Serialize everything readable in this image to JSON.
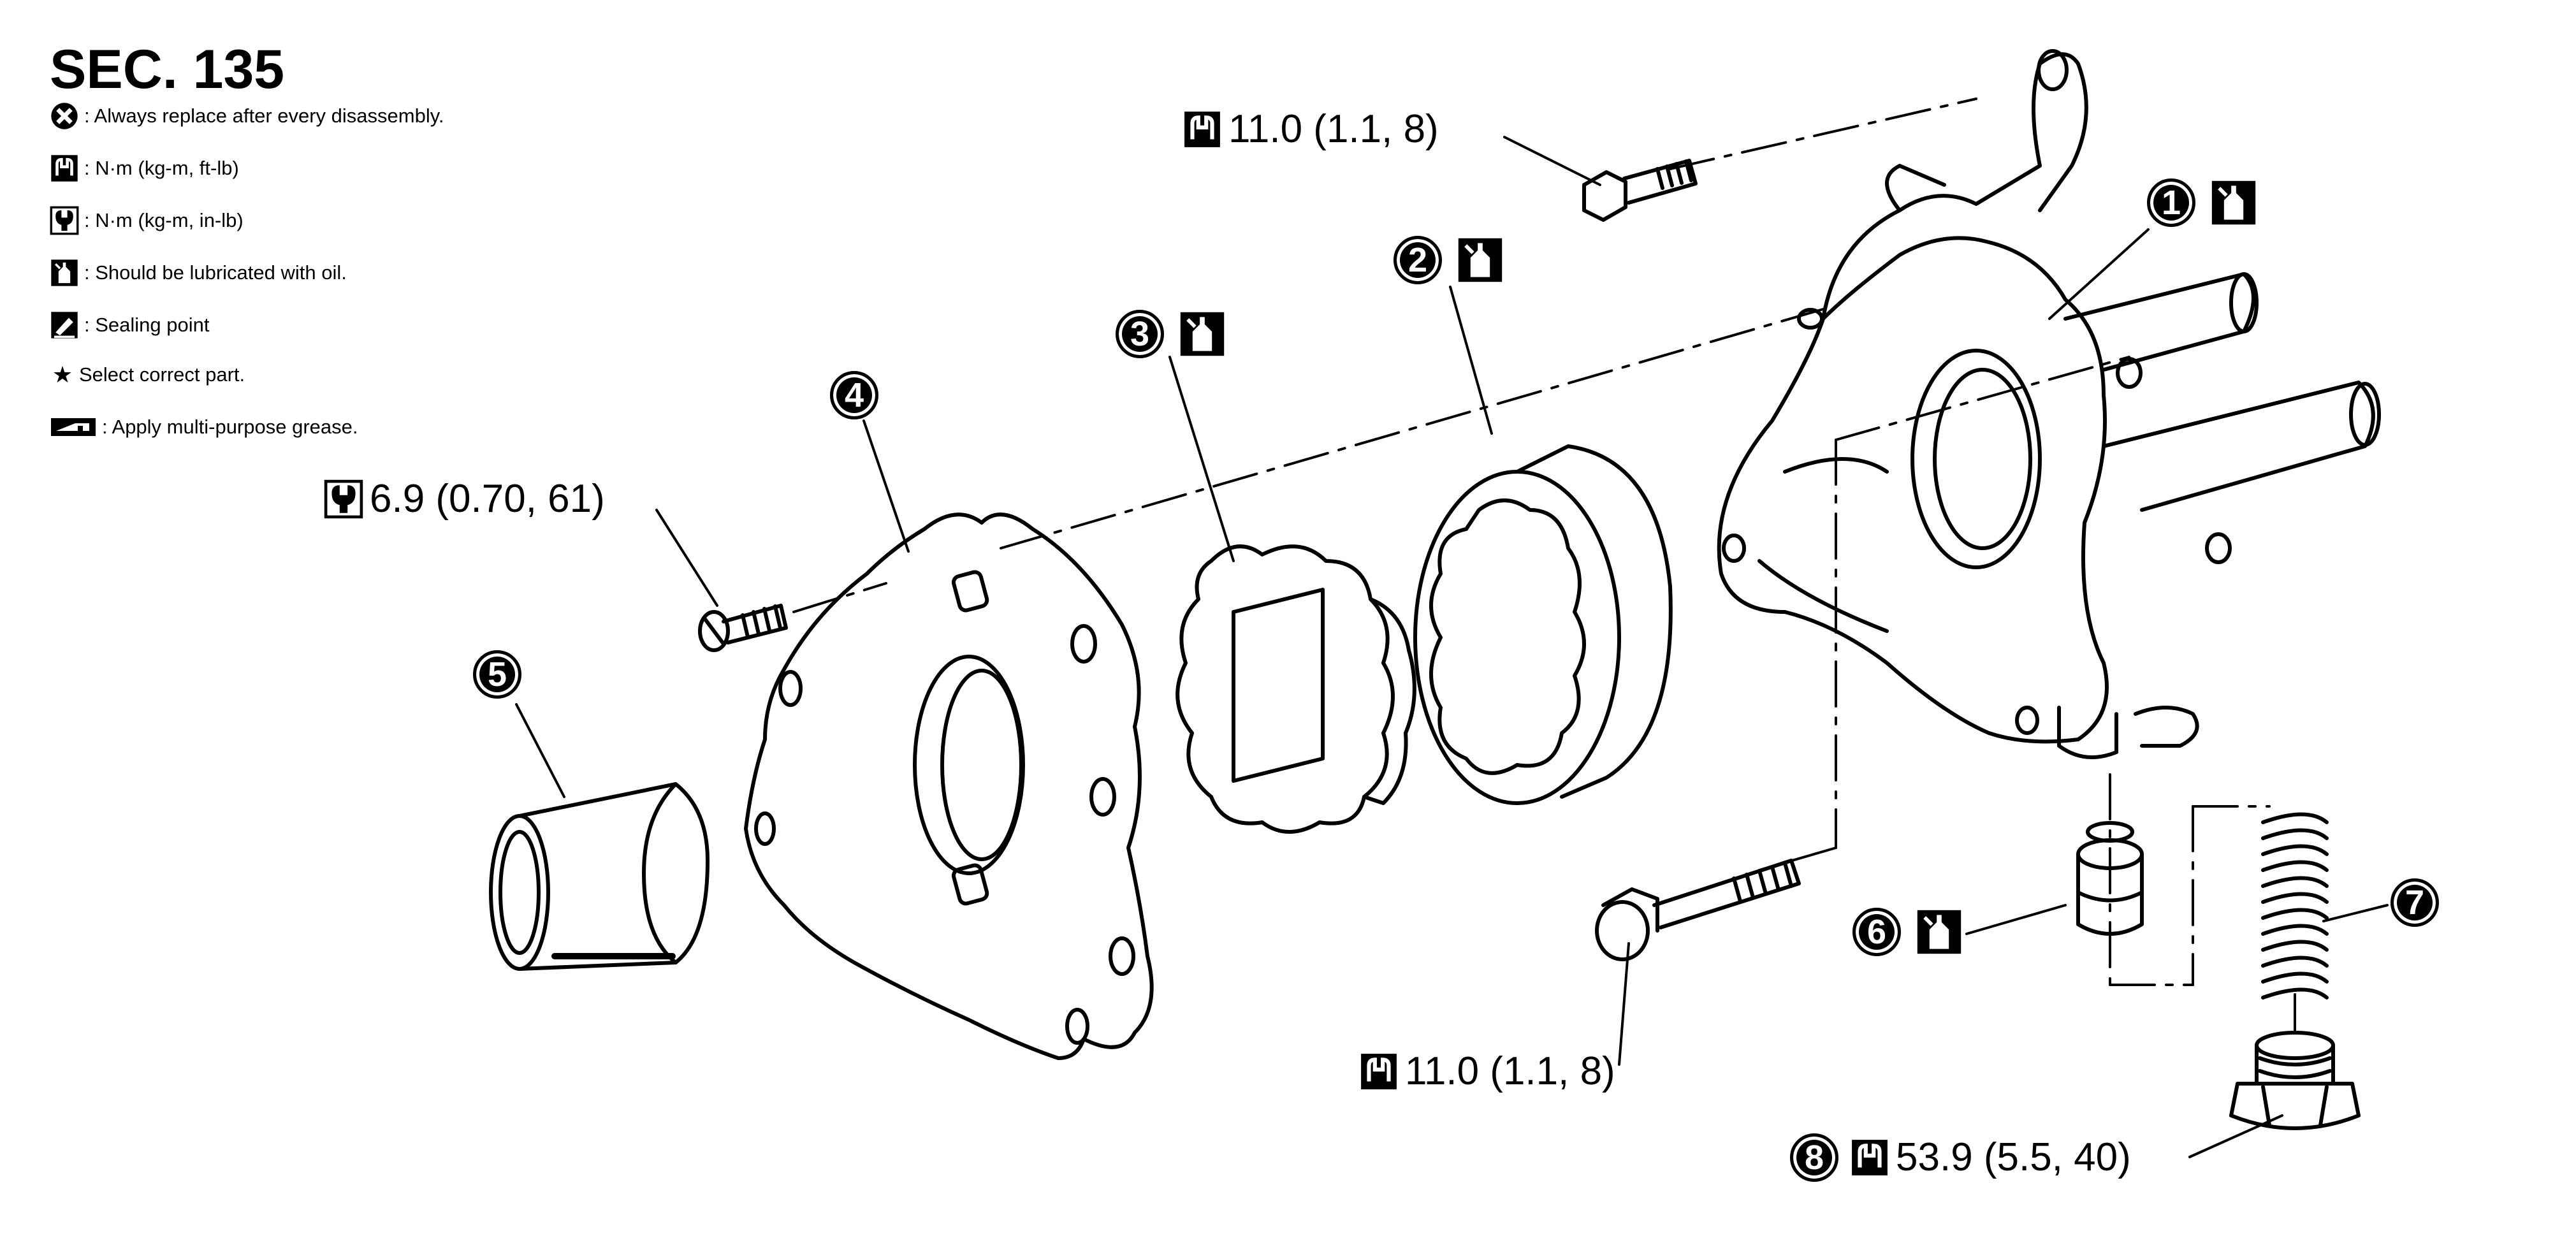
{
  "legend": {
    "title": "SEC. 135",
    "items": [
      {
        "icon": "replace-x-icon",
        "text": ": Always replace after every disassembly."
      },
      {
        "icon": "torque-wrench-ftlb-icon",
        "text": ": N·m (kg-m, ft-lb)"
      },
      {
        "icon": "torque-wrench-inlb-icon",
        "text": ": N·m (kg-m, in-lb)"
      },
      {
        "icon": "oil-can-icon",
        "text": ": Should be lubricated with oil."
      },
      {
        "icon": "sealant-icon",
        "text": ": Sealing point"
      },
      {
        "icon": "star-icon",
        "symbol": "★",
        "text": "Select correct part."
      },
      {
        "icon": "grease-icon",
        "text": " : Apply multi-purpose grease."
      }
    ]
  },
  "torques": {
    "top_bolt": "11.0 (1.1, 8)",
    "cover_screw": "6.9 (0.70, 61)",
    "lower_bolt": "11.0 (1.1, 8)",
    "plug": "53.9 (5.5, 40)"
  },
  "callouts": {
    "c1": "1",
    "c2": "2",
    "c3": "3",
    "c4": "4",
    "c5": "5",
    "c6": "6",
    "c7": "7",
    "c8": "8"
  },
  "colors": {
    "ink": "#000000",
    "paper": "#ffffff"
  }
}
